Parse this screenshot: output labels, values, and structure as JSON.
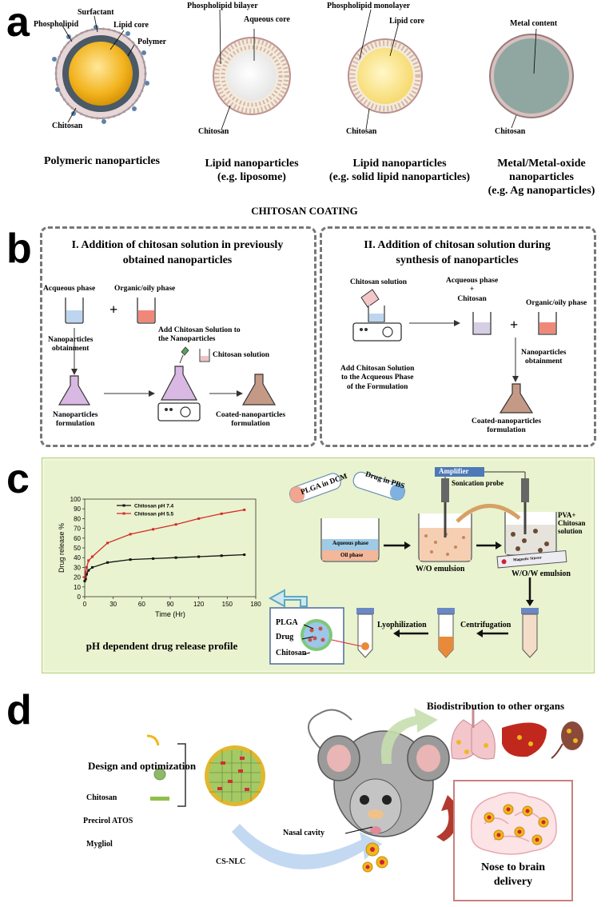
{
  "panels": {
    "a": {
      "label": "a",
      "items": [
        {
          "caption": "Polymeric nanoparticles",
          "labels": [
            "Surfactant",
            "Phospholipid",
            "Lipid core",
            "Polymer",
            "Chitosan"
          ]
        },
        {
          "caption_line1": "Lipid nanoparticles",
          "caption_line2": "(e.g. liposome)",
          "labels": [
            "Phospholipid bilayer",
            "Aqueous core",
            "Chitosan"
          ]
        },
        {
          "caption_line1": "Lipid nanoparticles",
          "caption_line2": "(e.g. solid lipid nanoparticles)",
          "labels": [
            "Phospholipid monolayer",
            "Lipid core",
            "Chitosan"
          ]
        },
        {
          "caption_line1": "Metal/Metal-oxide",
          "caption_line2": "nanoparticles",
          "caption_line3": "(e.g. Ag nanoparticles)",
          "labels": [
            "Metal content",
            "Chitosan"
          ]
        }
      ]
    },
    "b": {
      "label": "b",
      "heading": "CHITOSAN COATING",
      "left": {
        "title_line1": "I. Addition of chitosan solution in previously",
        "title_line2": "obtained nanoparticles",
        "aqueous": "Acqueous phase",
        "plus": "+",
        "organic": "Organic/oily phase",
        "obtain_line1": "Nanoparticles",
        "obtain_line2": "obtainment",
        "add_line1": "Add Chitosan Solution to",
        "add_line2": "the Nanoparticles",
        "chitosan_solution": "Chitosan solution",
        "form_line1": "Nanoparticles",
        "form_line2": "formulation",
        "coated_line1": "Coated-nanoparticles",
        "coated_line2": "formulation"
      },
      "right": {
        "title_line1": "II. Addition of chitosan solution during",
        "title_line2": "synthesis of nanoparticles",
        "chitosan_solution": "Chitosan solution",
        "aq_line1": "Acqueous phase",
        "aq_line2": "+",
        "aq_line3": "Chitosan",
        "plus": "+",
        "organic": "Organic/oily phase",
        "add_line1": "Add Chitosan Solution",
        "add_line2": "to the Acqueous Phase",
        "add_line3": "of the Formulation",
        "obtain_line1": "Nanoparticles",
        "obtain_line2": "obtainment",
        "coated_line1": "Coated-nanoparticles",
        "coated_line2": "formulation"
      }
    },
    "c": {
      "label": "c",
      "caption": "pH dependent  drug release profile",
      "plga_dcm": "PLGA in DCM",
      "drug_pbs": "Drug in PBS",
      "amplifier": "Amplifier",
      "sonication": "Sonication probe",
      "aqueous_phase": "Aqueous phase",
      "oil_phase": "Oil phase",
      "wo": "W/O emulsion",
      "pva_line1": "PVA+",
      "pva_line2": "Chitosan",
      "pva_line3": "solution",
      "stirrer": "Magnetic Stirrer",
      "wow": "W/O/W emulsion",
      "lyophilization": "Lyophilization",
      "centrifugation": "Centrifugation",
      "np_labels": [
        "PLGA",
        "Drug",
        "Chitosan"
      ]
    },
    "d": {
      "label": "d",
      "design": "Design and optimization",
      "ingredients": [
        "Chitosan",
        "Precirol ATOS",
        "Mygliol"
      ],
      "csnlc": "CS-NLC",
      "nasal": "Nasal cavity",
      "bio": "Biodistribution to other organs",
      "n2b_line1": "Nose to brain",
      "n2b_line2": "delivery"
    }
  },
  "chart_data": {
    "type": "line",
    "title": "",
    "xlabel": "Time (Hr)",
    "ylabel": "Drug release %",
    "xlim": [
      0,
      180
    ],
    "ylim": [
      0,
      100
    ],
    "xticks": [
      0,
      30,
      60,
      90,
      120,
      150,
      180
    ],
    "yticks": [
      0,
      10,
      20,
      30,
      40,
      50,
      60,
      70,
      80,
      90,
      100
    ],
    "legend_position": "top-left",
    "series": [
      {
        "name": "Chitosan pH 7.4",
        "color": "#111111",
        "x": [
          0,
          1,
          2,
          4,
          8,
          24,
          48,
          72,
          96,
          120,
          144,
          168
        ],
        "y": [
          16,
          18,
          23,
          27,
          30,
          35,
          38,
          39,
          40,
          41,
          42,
          43
        ]
      },
      {
        "name": "Chitosan pH 5.5",
        "color": "#d42a2a",
        "x": [
          0,
          1,
          2,
          4,
          8,
          24,
          48,
          72,
          96,
          120,
          144,
          168
        ],
        "y": [
          20,
          25,
          30,
          37,
          41,
          55,
          64,
          69,
          74,
          80,
          85,
          89
        ]
      }
    ]
  }
}
